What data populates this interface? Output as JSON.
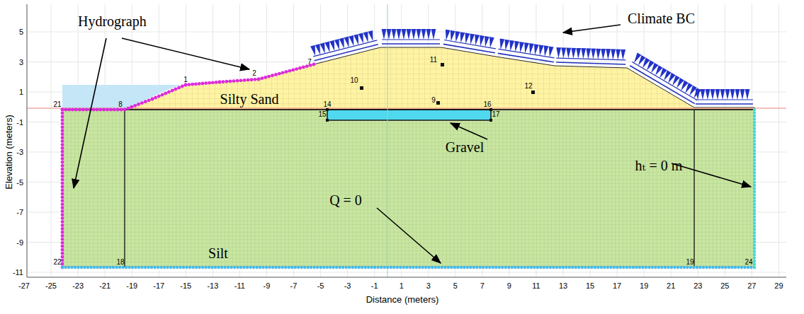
{
  "diagram": {
    "labels": [
      "Hydrograph",
      "Climate BC",
      "Silty Sand",
      "Gravel",
      "Silt",
      "Q = 0",
      "hₜ = 0 m",
      "1",
      "2",
      "7",
      "10",
      "11",
      "12",
      "9",
      "8",
      "21",
      "14",
      "15",
      "16",
      "17",
      "22",
      "18",
      "19",
      "24",
      "5",
      "3",
      "1",
      "-1",
      "-3",
      "-5",
      "-7",
      "-9",
      "-11",
      "-27",
      "-25",
      "-23",
      "-21",
      "-19",
      "-17",
      "-15",
      "-13",
      "-11",
      "-9",
      "-7",
      "-5",
      "-3",
      "-1",
      "1",
      "3",
      "5",
      "7",
      "9",
      "11",
      "13",
      "15",
      "17",
      "19",
      "21",
      "23",
      "25",
      "27",
      "29",
      "Distance (meters)",
      "Elevation (meters)"
    ]
  }
}
